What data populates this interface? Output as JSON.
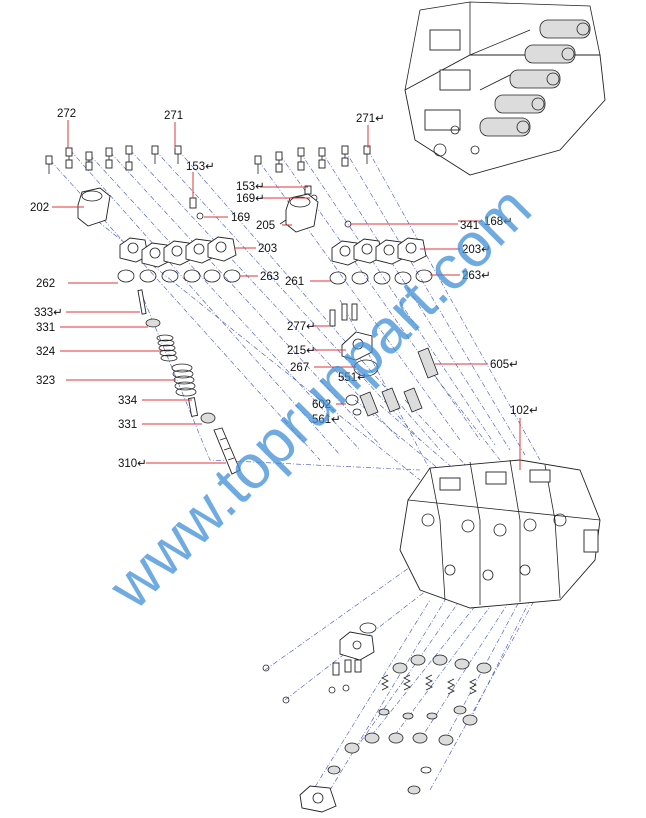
{
  "labels": [
    {
      "id": "272",
      "text": "272"
    },
    {
      "id": "271a",
      "text": "271"
    },
    {
      "id": "271b",
      "text": "271↵"
    },
    {
      "id": "153a",
      "text": "153↵"
    },
    {
      "id": "153b",
      "text": "153↵"
    },
    {
      "id": "202",
      "text": "202"
    },
    {
      "id": "169a",
      "text": "169"
    },
    {
      "id": "169b",
      "text": "169↵"
    },
    {
      "id": "205",
      "text": "205"
    },
    {
      "id": "341",
      "text": "341"
    },
    {
      "id": "168",
      "text": "168↵"
    },
    {
      "id": "203a",
      "text": "203"
    },
    {
      "id": "203b",
      "text": "203↵"
    },
    {
      "id": "262",
      "text": "262"
    },
    {
      "id": "263a",
      "text": "263"
    },
    {
      "id": "261",
      "text": "261"
    },
    {
      "id": "263b",
      "text": "263↵"
    },
    {
      "id": "333",
      "text": "333↵"
    },
    {
      "id": "331a",
      "text": "331"
    },
    {
      "id": "277",
      "text": "277↵"
    },
    {
      "id": "324",
      "text": "324"
    },
    {
      "id": "215",
      "text": "215↵"
    },
    {
      "id": "267",
      "text": "267"
    },
    {
      "id": "605",
      "text": "605↵"
    },
    {
      "id": "551",
      "text": "551↵"
    },
    {
      "id": "323",
      "text": "323"
    },
    {
      "id": "334",
      "text": "334"
    },
    {
      "id": "602",
      "text": "602"
    },
    {
      "id": "561",
      "text": "561↵"
    },
    {
      "id": "102",
      "text": "102↵"
    },
    {
      "id": "331b",
      "text": "331"
    },
    {
      "id": "310",
      "text": "310↵"
    }
  ],
  "watermark": "www.toprunpart.com",
  "colors": {
    "leader": "#e0343a",
    "dashed": "#3e52c8",
    "watermark": "#3f8fd6",
    "ink": "#222222"
  }
}
